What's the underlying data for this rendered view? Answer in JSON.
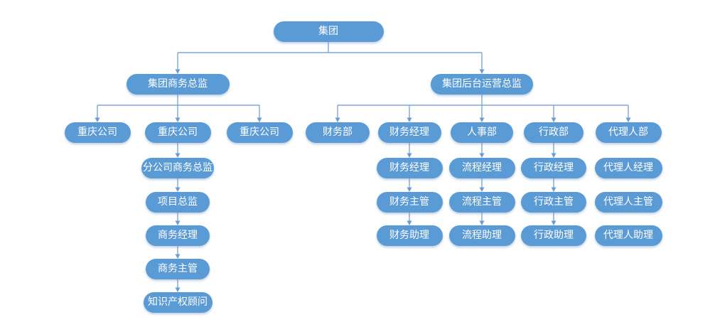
{
  "diagram": {
    "type": "org-chart",
    "background": "#ffffff",
    "colors": {
      "node_fill": "#5B9BD5",
      "node_text": "#FFFFFF",
      "connector": "#7BA7DB",
      "arrow": "#6B9DD4"
    },
    "nodes": [
      {
        "id": "group",
        "label": "集团"
      },
      {
        "id": "biz-director",
        "label": "集团商务总监"
      },
      {
        "id": "backoffice-director",
        "label": "集团后台运营总监"
      },
      {
        "id": "chongqing-company-1",
        "label": "重庆公司"
      },
      {
        "id": "chongqing-company-2",
        "label": "重庆公司"
      },
      {
        "id": "chongqing-company-3",
        "label": "重庆公司"
      },
      {
        "id": "branch-biz-director",
        "label": "分公司商务总监"
      },
      {
        "id": "project-director",
        "label": "项目总监"
      },
      {
        "id": "biz-manager",
        "label": "商务经理"
      },
      {
        "id": "biz-supervisor",
        "label": "商务主管"
      },
      {
        "id": "ip-consultant",
        "label": "知识产权顾问"
      },
      {
        "id": "finance-dept",
        "label": "财务部"
      },
      {
        "id": "finance-manager-senior",
        "label": "财务经理"
      },
      {
        "id": "hr-dept",
        "label": "人事部"
      },
      {
        "id": "admin-dept",
        "label": "行政部"
      },
      {
        "id": "agent-dept",
        "label": "代理人部"
      },
      {
        "id": "finance-manager",
        "label": "财务经理"
      },
      {
        "id": "finance-supervisor",
        "label": "财务主管"
      },
      {
        "id": "finance-assistant",
        "label": "财务助理"
      },
      {
        "id": "process-manager",
        "label": "流程经理"
      },
      {
        "id": "process-supervisor",
        "label": "流程主管"
      },
      {
        "id": "process-assistant",
        "label": "流程助理"
      },
      {
        "id": "admin-manager",
        "label": "行政经理"
      },
      {
        "id": "admin-supervisor",
        "label": "行政主管"
      },
      {
        "id": "admin-assistant",
        "label": "行政助理"
      },
      {
        "id": "agent-manager",
        "label": "代理人经理"
      },
      {
        "id": "agent-supervisor",
        "label": "代理人主管"
      },
      {
        "id": "agent-assistant",
        "label": "代理人助理"
      }
    ],
    "edges": [
      {
        "from": "group",
        "to": [
          "biz-director",
          "backoffice-director"
        ]
      },
      {
        "from": "biz-director",
        "to": [
          "chongqing-company-1",
          "chongqing-company-2",
          "chongqing-company-3"
        ]
      },
      {
        "from": "backoffice-director",
        "to": [
          "finance-dept",
          "finance-manager-senior",
          "hr-dept",
          "admin-dept",
          "agent-dept"
        ]
      },
      {
        "from": "chongqing-company-2",
        "to": [
          "branch-biz-director"
        ]
      },
      {
        "from": "branch-biz-director",
        "to": [
          "project-director"
        ]
      },
      {
        "from": "project-director",
        "to": [
          "biz-manager"
        ]
      },
      {
        "from": "biz-manager",
        "to": [
          "biz-supervisor"
        ]
      },
      {
        "from": "biz-supervisor",
        "to": [
          "ip-consultant"
        ]
      },
      {
        "from": "finance-manager-senior",
        "to": [
          "finance-manager"
        ]
      },
      {
        "from": "finance-manager",
        "to": [
          "finance-supervisor"
        ]
      },
      {
        "from": "finance-supervisor",
        "to": [
          "finance-assistant"
        ]
      },
      {
        "from": "hr-dept",
        "to": [
          "process-manager"
        ]
      },
      {
        "from": "process-manager",
        "to": [
          "process-supervisor"
        ]
      },
      {
        "from": "process-supervisor",
        "to": [
          "process-assistant"
        ]
      },
      {
        "from": "admin-dept",
        "to": [
          "admin-manager"
        ]
      },
      {
        "from": "admin-manager",
        "to": [
          "admin-supervisor"
        ]
      },
      {
        "from": "admin-supervisor",
        "to": [
          "admin-assistant"
        ]
      }
    ]
  }
}
